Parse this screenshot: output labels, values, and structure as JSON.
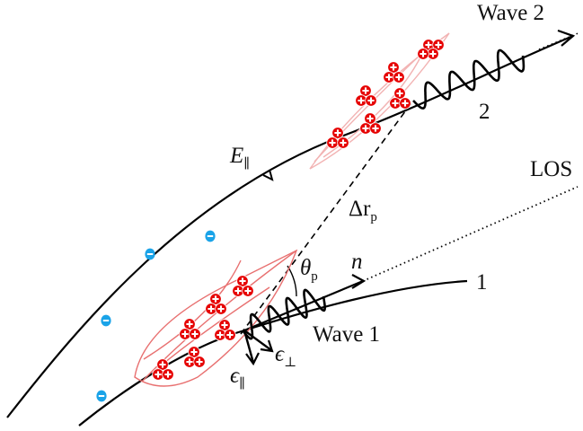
{
  "labels": {
    "wave2": "Wave 2",
    "wave1": "Wave 1",
    "line2": "2",
    "line1": "1",
    "los": "LOS",
    "e_par_sym": "E",
    "e_par_sub": "∥",
    "delta_r": "Δr",
    "delta_r_sub": "p",
    "theta": "θ",
    "theta_sub": "p",
    "n": "n",
    "eps_perp_sym": "ϵ",
    "eps_perp_sub": "⊥",
    "eps_par_sym": "ϵ",
    "eps_par_sub": "∥",
    "plus": "+",
    "minus": "−"
  },
  "colors": {
    "line": "#000000",
    "positive": "#e60000",
    "cluster_edge": "#e87070",
    "cluster_faint": "#f2b3b3",
    "negative": "#1aa3e8"
  }
}
